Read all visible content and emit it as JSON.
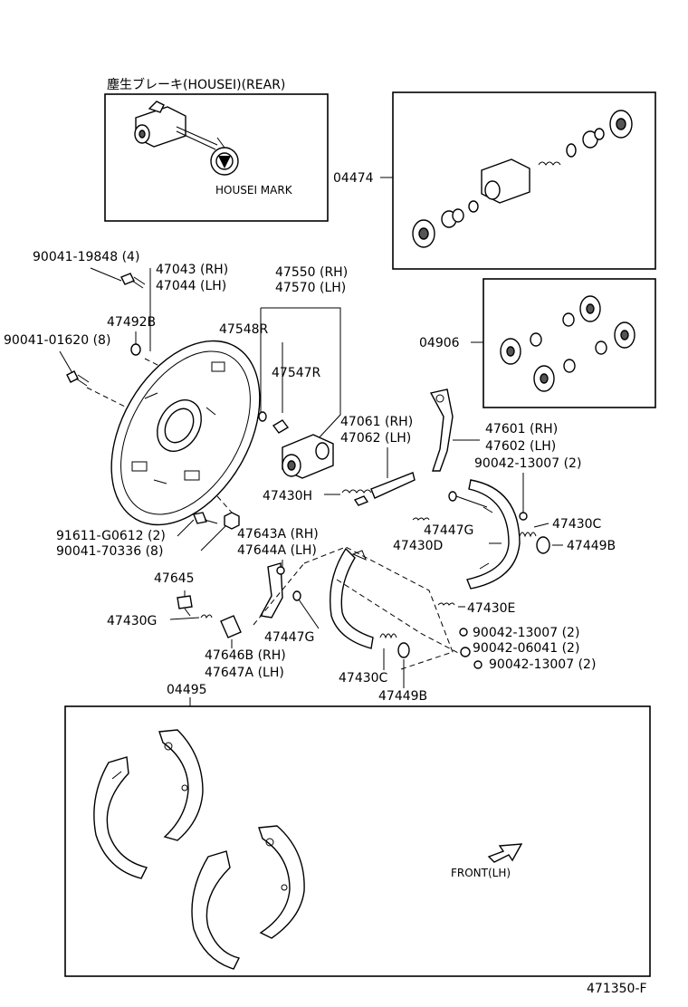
{
  "labels": {
    "housei_title": "塵生ブレーキ(HOUSEI)(REAR)",
    "housei_mark": "HOUSEI MARK",
    "kit_04474": "04474",
    "kit_04906": "04906",
    "bolt_19848": "90041-19848 (4)",
    "plate_rh": "47043 (RH)",
    "plate_lh": "47044 (LH)",
    "plug_47492b": "47492B",
    "bolt_01620": "90041-01620 (8)",
    "cyl_rh": "47550 (RH)",
    "cyl_lh": "47570 (LH)",
    "bleeder_47548r": "47548R",
    "cap_47547r": "47547R",
    "lever_rh": "47061 (RH)",
    "lever_lh": "47062 (LH)",
    "shoe_rh": "47601 (RH)",
    "shoe_lh": "47602 (LH)",
    "washer_13007_a": "90042-13007 (2)",
    "spring_47430h": "47430H",
    "pin_47447g_a": "47447G",
    "spring_47430d": "47430D",
    "spring_47430c_a": "47430C",
    "cup_47449b_a": "47449B",
    "bolt_g0612": "91611-G0612 (2)",
    "nut_70336": "90041-70336 (8)",
    "strut_rh": "47643A (RH)",
    "strut_lh": "47644A (LH)",
    "part_47645": "47645",
    "spring_47430g": "47430G",
    "pin_47447g_b": "47447G",
    "link_rh": "47646B (RH)",
    "link_lh": "47647A (LH)",
    "spring_47430e": "47430E",
    "washer_13007_b": "90042-13007 (2)",
    "washer_06041": "90042-06041 (2)",
    "washer_13007_c": "90042-13007 (2)",
    "spring_47430c_b": "47430C",
    "cup_47449b_b": "47449B",
    "kit_04495": "04495",
    "front_lh": "FRONT(LH)",
    "diagram_id": "471350-F"
  }
}
